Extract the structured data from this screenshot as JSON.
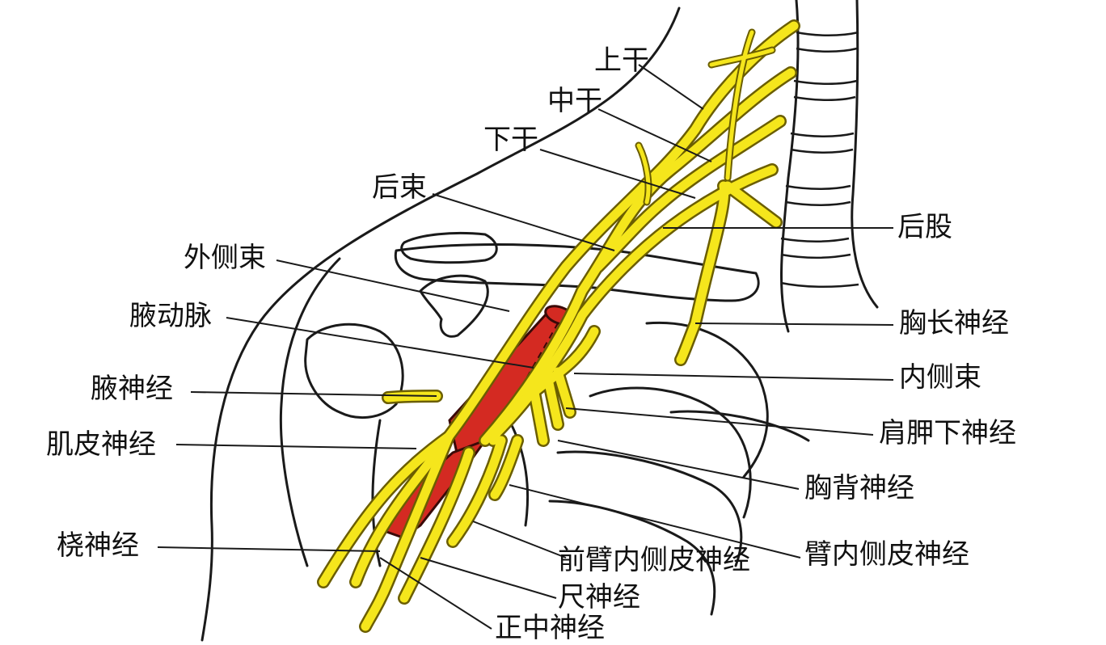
{
  "colors": {
    "nerve": "#f5e61c",
    "nerve_edge": "#6b5e00",
    "artery": "#d42a22",
    "artery_edge": "#3a0a08",
    "line": "#1a1a1a"
  },
  "labels": {
    "upper_trunk": "上干",
    "middle_trunk": "中干",
    "lower_trunk": "下干",
    "posterior_cord": "后束",
    "posterior_division": "后股",
    "lateral_cord": "外侧束",
    "axillary_artery": "腋动脉",
    "long_thoracic_nerve": "胸长神经",
    "medial_cord": "内侧束",
    "axillary_nerve": "腋神经",
    "subscapular_nerve": "肩胛下神经",
    "musculocutaneous_nerve": "肌皮神经",
    "thoracodorsal_nerve": "胸背神经",
    "medial_brachial_cutaneous_nerve": "臂内侧皮神经",
    "radial_nerve": "桡神经",
    "medial_antebrachial_cutaneous_nerve": "前臂内侧皮神经",
    "ulnar_nerve": "尺神经",
    "median_nerve": "正中神经"
  }
}
